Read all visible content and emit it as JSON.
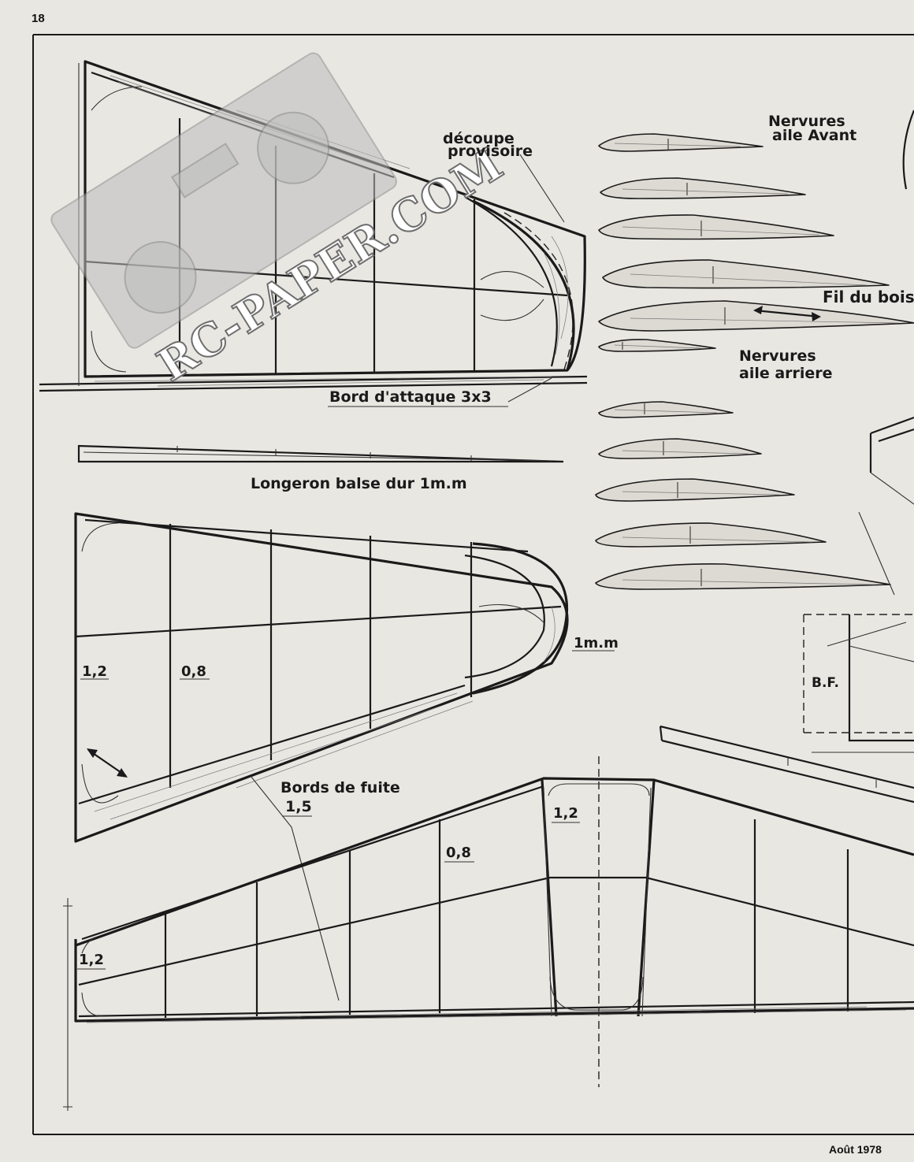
{
  "page": {
    "number": "18",
    "date": "Août 1978"
  },
  "watermark": {
    "text": "RC-PAPER.COM"
  },
  "labels": {
    "decoupe_line1": "découpe",
    "decoupe_line2": "provisoire",
    "nervures_avant_line1": "Nervures",
    "nervures_avant_line2": "aile Avant",
    "fil_du_bois": "Fil du bois",
    "nervures_arriere_line1": "Nervures",
    "nervures_arriere_line2": "aile arriere",
    "bord_attaque": "Bord d'attaque  3x3",
    "longeron": "Longeron balse dur  1m.m",
    "one_mm": "1m.m",
    "dim_1_2_left": "1,2",
    "dim_0_8_left": "0,8",
    "bords_de_fuite": "Bords de fuite",
    "dim_1_5": "1,5",
    "dim_1_2_center": "1,2",
    "dim_0_8_lower": "0,8",
    "dim_1_2_lower": "1,2",
    "bf": "B.F."
  }
}
